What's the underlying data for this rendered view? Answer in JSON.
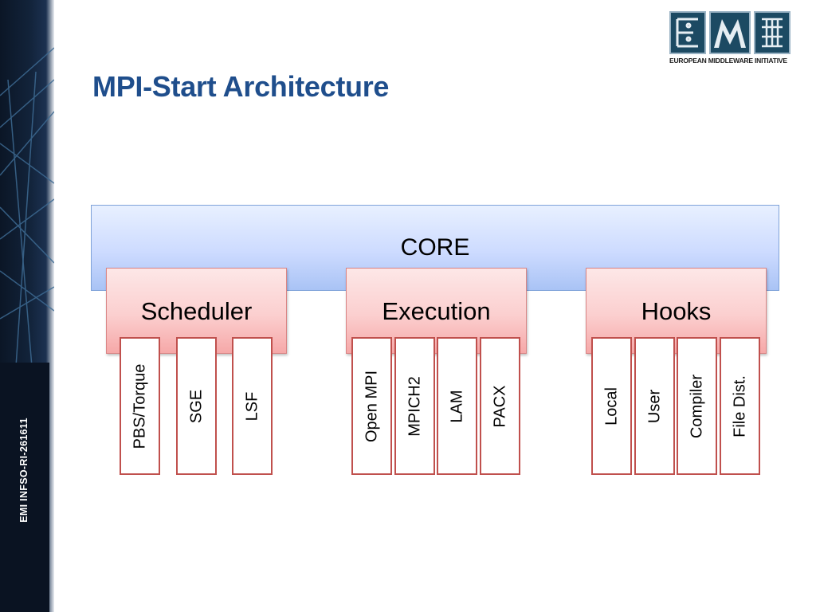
{
  "slide": {
    "title": "MPI-Start Architecture",
    "side_text": "EMI INFSO-RI-261611",
    "logo_text": "EUROPEAN MIDDLEWARE INITIATIVE"
  },
  "diagram": {
    "core": {
      "label": "CORE"
    },
    "groups": [
      {
        "label": "Scheduler",
        "modules": [
          "PBS/Torque",
          "SGE",
          "LSF"
        ]
      },
      {
        "label": "Execution",
        "modules": [
          "Open MPI",
          "MPICH2",
          "LAM",
          "PACX"
        ]
      },
      {
        "label": "Hooks",
        "modules": [
          "Local",
          "User",
          "Compiler",
          "File Dist."
        ]
      }
    ]
  },
  "colors": {
    "title": "#1f4e8c",
    "core_fill": "#cddbff",
    "group_fill": "#fbcfcf",
    "module_border": "#c0504d"
  }
}
